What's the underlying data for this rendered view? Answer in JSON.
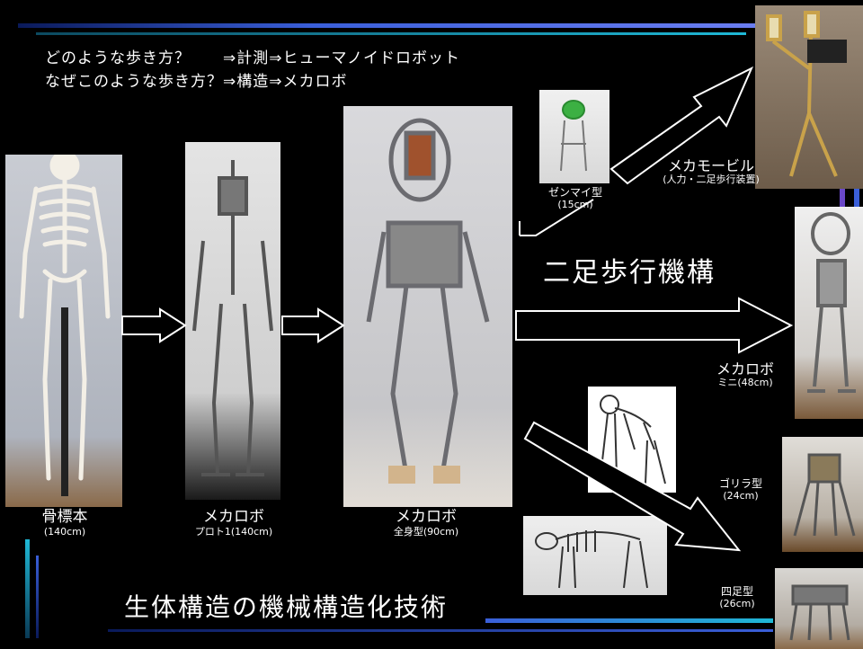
{
  "header": {
    "line1": "どのような歩き方？　　⇒計測⇒ヒューマノイドロボット",
    "line2": "なぜこのような歩き方？⇒構造⇒メカロボ"
  },
  "titles": {
    "biped": "二足歩行機構",
    "footer": "生体構造の機械構造化技術"
  },
  "labels": {
    "skeleton": {
      "main": "骨標本",
      "sub": "(140cm)"
    },
    "proto": {
      "main": "メカロボ",
      "sub": "プロト1(140cm)"
    },
    "fullbody": {
      "main": "メカロボ",
      "sub": "全身型(90cm)"
    },
    "zenmai": {
      "main": "ゼンマイ型",
      "sub": "(15cm)"
    },
    "mobile": {
      "main": "メカモービル",
      "sub": "(人力・二足歩行装置)"
    },
    "mini": {
      "main": "メカロボ",
      "sub": "ミニ(48cm)"
    },
    "gorilla": {
      "main": "ゴリラ型",
      "sub": "(24cm)"
    },
    "quad": {
      "main": "四足型",
      "sub": "(26cm)"
    }
  },
  "colors": {
    "background": "#000000",
    "accent_blue": "#3a5fd9",
    "accent_cyan": "#1fb8d6",
    "accent_purple": "#6a48c8",
    "arrow_outline": "#ffffff"
  }
}
